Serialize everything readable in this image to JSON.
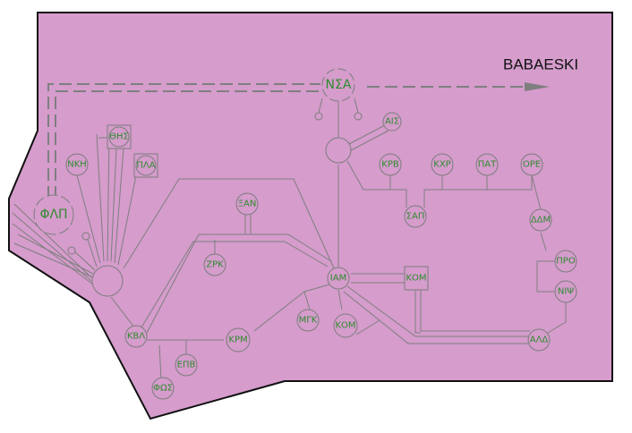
{
  "colors": {
    "region_fill": "#d59ccc",
    "region_stroke": "#111111",
    "label": "#2e8b2e",
    "line": "#7f7f7f"
  },
  "destination": {
    "label": "BABAESKI"
  },
  "nodes": [
    {
      "id": "nsa",
      "label": "ΝΣΑ",
      "shape": "circle-big"
    },
    {
      "id": "ais",
      "label": "ΑΙΣ",
      "shape": "circle"
    },
    {
      "id": "hub_top",
      "label": "",
      "shape": "circle-hub"
    },
    {
      "id": "krv",
      "label": "ΚΡΒ",
      "shape": "circle"
    },
    {
      "id": "kxr",
      "label": "ΚΧΡ",
      "shape": "circle"
    },
    {
      "id": "pat",
      "label": "ΠΑΤ",
      "shape": "circle"
    },
    {
      "id": "ore",
      "label": "ΟΡΕ",
      "shape": "circle"
    },
    {
      "id": "sap",
      "label": "ΣΑΠ",
      "shape": "circle"
    },
    {
      "id": "ddm",
      "label": "ΔΔΜ",
      "shape": "circle"
    },
    {
      "id": "pro",
      "label": "ΠΡΟ",
      "shape": "circle"
    },
    {
      "id": "nips",
      "label": "ΝΙΨ",
      "shape": "circle"
    },
    {
      "id": "ald",
      "label": "ΑΛΔ",
      "shape": "circle"
    },
    {
      "id": "kom_sq",
      "label": "ΚΟΜ",
      "shape": "square"
    },
    {
      "id": "kom_c",
      "label": "ΚΟΜ",
      "shape": "circle"
    },
    {
      "id": "iam",
      "label": "ΙΑΜ",
      "shape": "circle"
    },
    {
      "id": "mgk",
      "label": "ΜΓΚ",
      "shape": "circle"
    },
    {
      "id": "xan",
      "label": "ΞΑΝ",
      "shape": "circle"
    },
    {
      "id": "zrk",
      "label": "ΖΡΚ",
      "shape": "circle"
    },
    {
      "id": "krm",
      "label": "ΚΡΜ",
      "shape": "circle"
    },
    {
      "id": "epv",
      "label": "ΕΠΒ",
      "shape": "circle"
    },
    {
      "id": "fos",
      "label": "ΦΩΣ",
      "shape": "circle"
    },
    {
      "id": "kvl",
      "label": "ΚΒΛ",
      "shape": "circle"
    },
    {
      "id": "hub_left",
      "label": "",
      "shape": "circle-hub"
    },
    {
      "id": "flp",
      "label": "ΦΛΠ",
      "shape": "circle-big"
    },
    {
      "id": "nkh",
      "label": "ΝΚΗ",
      "shape": "circle"
    },
    {
      "id": "ths",
      "label": "ΘΗΣ",
      "shape": "square"
    },
    {
      "id": "pla",
      "label": "ΠΛΑ",
      "shape": "square"
    }
  ]
}
